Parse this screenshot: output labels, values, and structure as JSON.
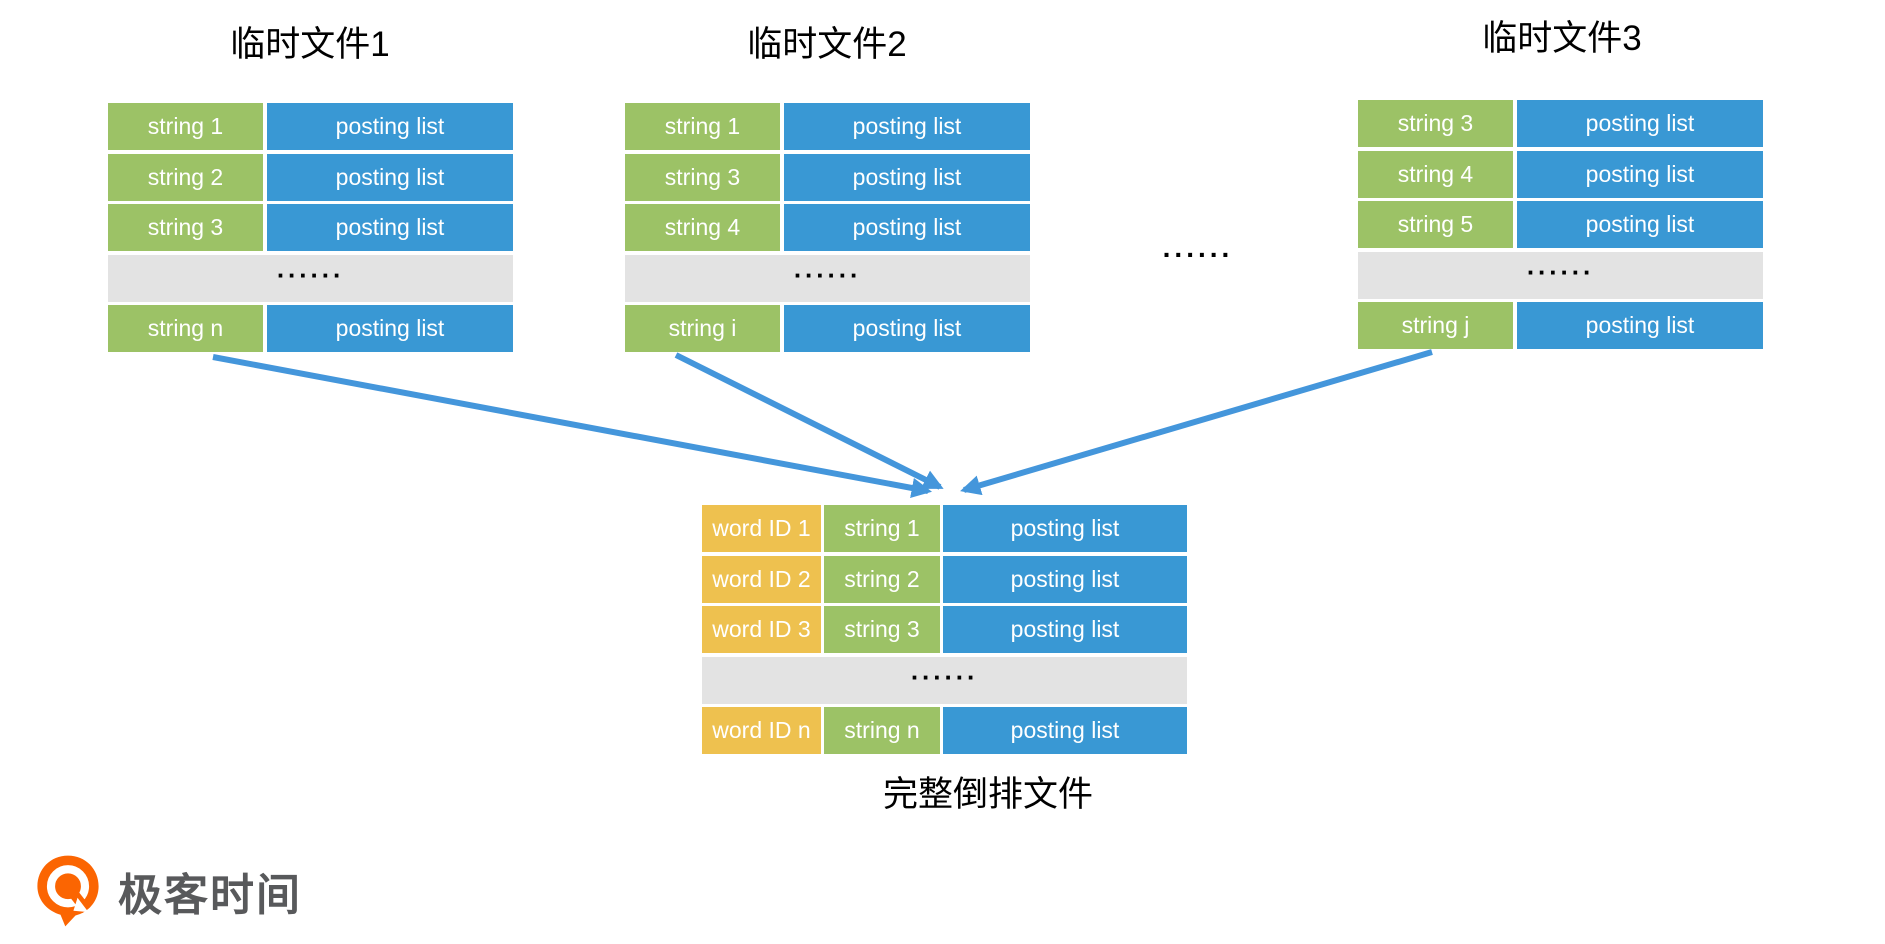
{
  "colors": {
    "green": "#9cc266",
    "blue": "#3998d4",
    "yellow": "#eec14f",
    "gray": "#e3e3e3",
    "arrow": "#4496db",
    "logoOrange": "#fb6502",
    "logoText": "#58595b"
  },
  "temp_files": [
    {
      "title": "临时文件1",
      "rows": [
        {
          "cells": [
            "string 1",
            "posting list"
          ]
        },
        {
          "cells": [
            "string 2",
            "posting list"
          ]
        },
        {
          "cells": [
            "string 3",
            "posting list"
          ]
        },
        {
          "dots": "......"
        },
        {
          "cells": [
            "string n",
            "posting list"
          ]
        }
      ]
    },
    {
      "title": "临时文件2",
      "rows": [
        {
          "cells": [
            "string 1",
            "posting list"
          ]
        },
        {
          "cells": [
            "string 3",
            "posting list"
          ]
        },
        {
          "cells": [
            "string 4",
            "posting list"
          ]
        },
        {
          "dots": "......"
        },
        {
          "cells": [
            "string i",
            "posting list"
          ]
        }
      ]
    },
    {
      "title": "临时文件3",
      "rows": [
        {
          "cells": [
            "string 3",
            "posting list"
          ]
        },
        {
          "cells": [
            "string 4",
            "posting list"
          ]
        },
        {
          "cells": [
            "string 5",
            "posting list"
          ]
        },
        {
          "dots": "......"
        },
        {
          "cells": [
            "string j",
            "posting list"
          ]
        }
      ]
    }
  ],
  "between_tables_dots": "......",
  "merged_file": {
    "caption": "完整倒排文件",
    "rows": [
      {
        "cells": [
          "word ID 1",
          "string 1",
          "posting list"
        ]
      },
      {
        "cells": [
          "word ID 2",
          "string 2",
          "posting list"
        ]
      },
      {
        "cells": [
          "word ID 3",
          "string 3",
          "posting list"
        ]
      },
      {
        "dots": "......"
      },
      {
        "cells": [
          "word ID n",
          "string n",
          "posting list"
        ]
      }
    ]
  },
  "logo": {
    "brand": "极客时间"
  }
}
